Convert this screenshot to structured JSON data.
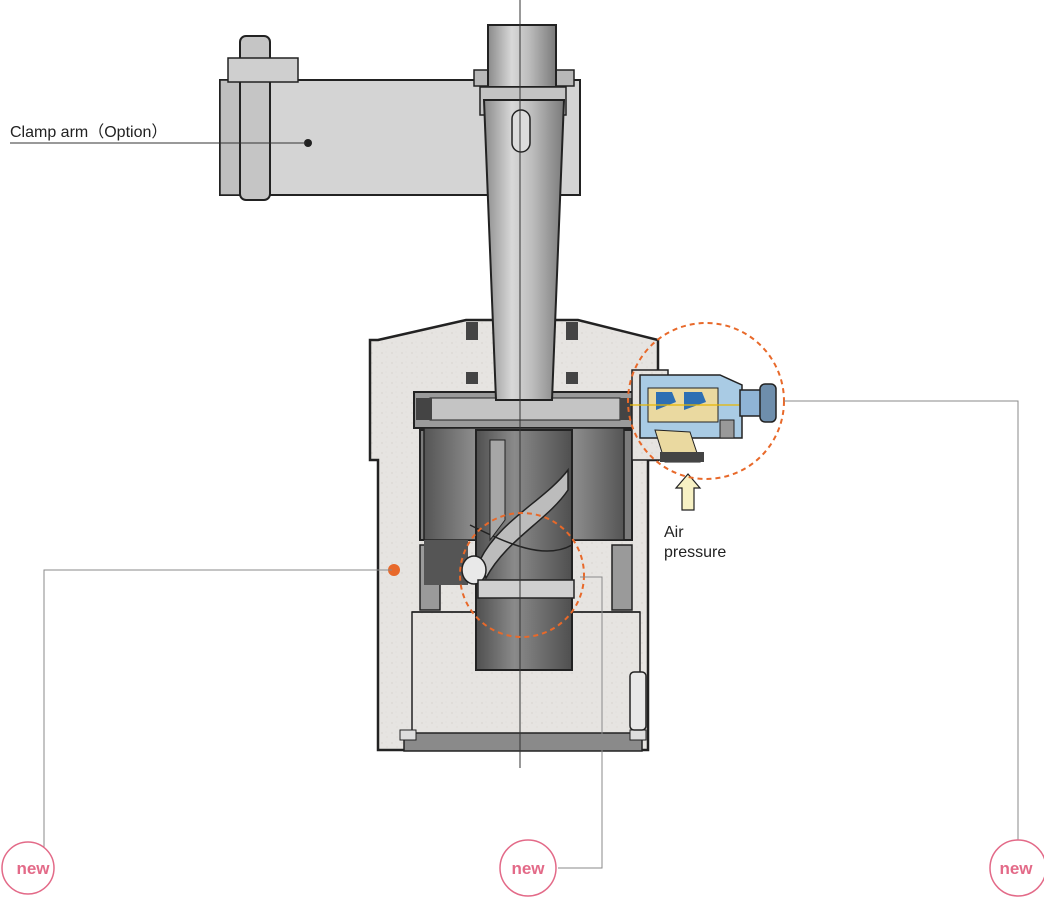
{
  "labels": {
    "clamp_arm": "Clamp arm（Option）",
    "air_line1": "Air",
    "air_line2": "pressure"
  },
  "badges": [
    {
      "text": "new"
    },
    {
      "text": "new"
    },
    {
      "text": "new"
    }
  ],
  "colors": {
    "accent": "#e8692a",
    "badge": "#e36a88",
    "outline": "#222222",
    "body_fill": "#e4e2df",
    "metal_light": "#c9c9c9",
    "metal_dark": "#6c6c6c",
    "valve_blue": "#a9cbe4",
    "valve_yellow": "#ead9a0",
    "arrow_fill": "#f7f1c4"
  }
}
